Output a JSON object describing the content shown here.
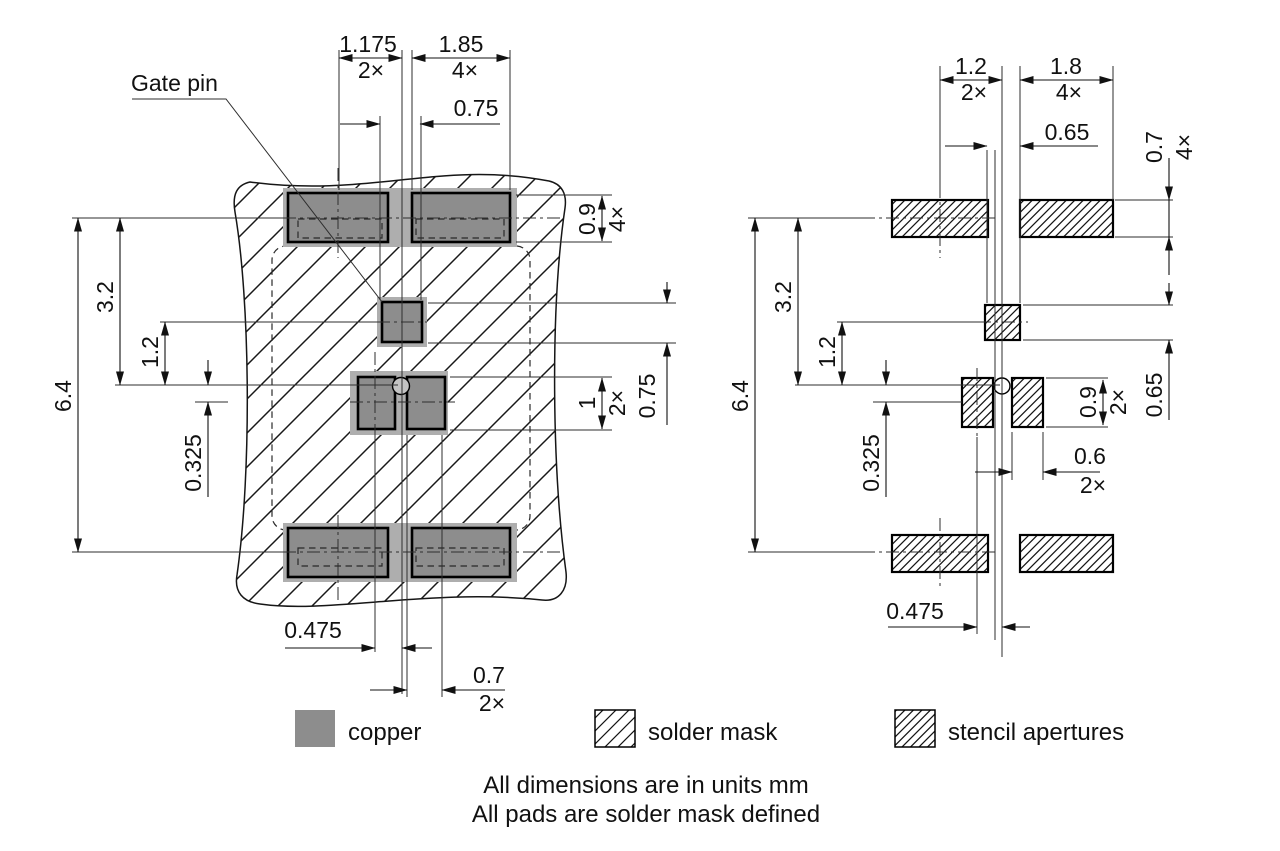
{
  "notes": [
    "All dimensions are in units mm",
    "All pads are solder mask defined"
  ],
  "legend": {
    "copper": "copper",
    "solder_mask": "solder mask",
    "stencil": "stencil apertures"
  },
  "colors": {
    "copper_pad": "#8d8d8d",
    "copper_halo": "#aeaeae",
    "circle_fill": "#c3c3c3",
    "line": "#111111",
    "background": "#ffffff"
  },
  "left_view": {
    "gate_pin_label": "Gate pin",
    "dims": {
      "gate_pitch": {
        "value": "1.175",
        "count": "2×"
      },
      "pad_width": {
        "value": "1.85",
        "count": "4×"
      },
      "gate_width": {
        "value": "0.75"
      },
      "pad_height": {
        "value": "0.9",
        "count": "4×"
      },
      "gate_height": {
        "value": "0.75"
      },
      "sense_pad_height": {
        "value": "1",
        "count": "2×"
      },
      "row_pitch": {
        "value": "3.2"
      },
      "gate_offset": {
        "value": "1.2"
      },
      "overall_height": {
        "value": "6.4"
      },
      "sense_offset": {
        "value": "0.325"
      },
      "sense_center": {
        "value": "0.475"
      },
      "sense_pad_width": {
        "value": "0.7",
        "count": "2×"
      }
    }
  },
  "right_view": {
    "dims": {
      "aperture_pitch": {
        "value": "1.2",
        "count": "2×"
      },
      "aperture_width": {
        "value": "1.8",
        "count": "4×"
      },
      "gate_aperture_width": {
        "value": "0.65"
      },
      "aperture_height": {
        "value": "0.7",
        "count": "4×"
      },
      "row_pitch": {
        "value": "3.2"
      },
      "gate_offset": {
        "value": "1.2"
      },
      "overall_height": {
        "value": "6.4"
      },
      "sense_offset": {
        "value": "0.325"
      },
      "sense_aperture_height": {
        "value": "0.9",
        "count": "2×"
      },
      "gate_aperture_height": {
        "value": "0.65"
      },
      "sense_aperture_width": {
        "value": "0.6",
        "count": "2×"
      },
      "sense_center": {
        "value": "0.475"
      }
    }
  }
}
